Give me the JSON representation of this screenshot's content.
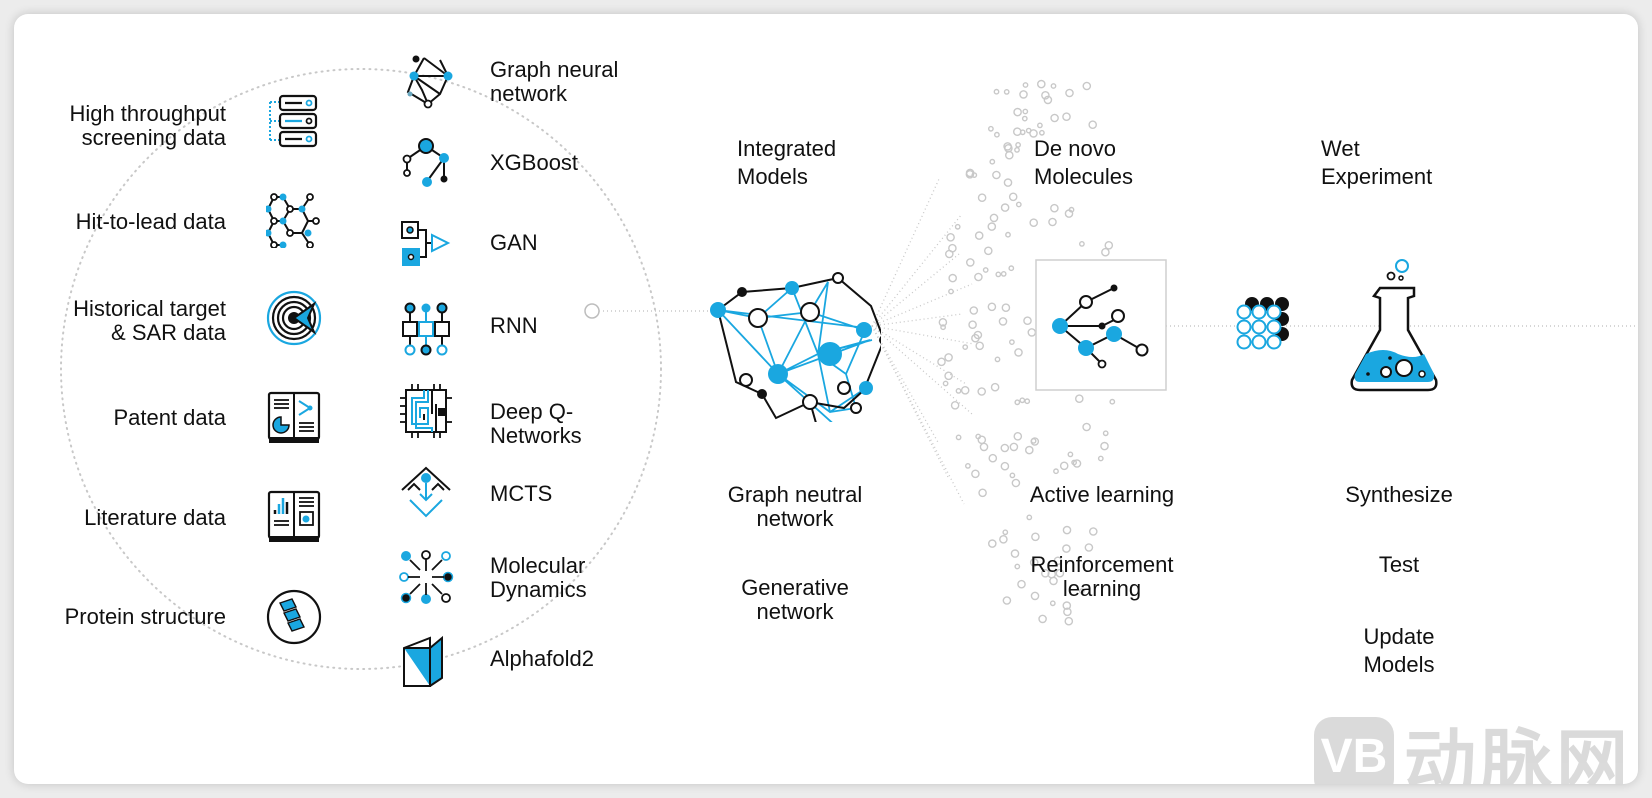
{
  "colors": {
    "accent": "#1aa7e0",
    "ink": "#111111",
    "dots": "#c8c8c8",
    "background": "#ffffff"
  },
  "data_sources": [
    {
      "label": "High throughput\nscreening data",
      "icon": "server-rack-icon"
    },
    {
      "label": "Hit-to-lead data",
      "icon": "molecule-hexagon-icon"
    },
    {
      "label": "Historical target\n& SAR data",
      "icon": "target-icon"
    },
    {
      "label": "Patent data",
      "icon": "open-book-pie-chart-icon"
    },
    {
      "label": "Literature data",
      "icon": "open-book-bar-chart-icon"
    },
    {
      "label": "Protein structure",
      "icon": "protein-helix-icon"
    }
  ],
  "models": [
    {
      "label": "Graph neural\nnetwork",
      "icon": "graph-network-icon"
    },
    {
      "label": "XGBoost",
      "icon": "decision-tree-icon"
    },
    {
      "label": "GAN",
      "icon": "gan-icon"
    },
    {
      "label": "RNN",
      "icon": "rnn-icon"
    },
    {
      "label": "Deep Q-\nNetworks",
      "icon": "maze-chip-icon"
    },
    {
      "label": "MCTS",
      "icon": "tree-search-icon"
    },
    {
      "label": "Molecular\nDynamics",
      "icon": "molecular-dynamics-icon"
    },
    {
      "label": "Alphafold2",
      "icon": "folded-protein-icon"
    }
  ],
  "integrated": {
    "title": "Integrated\nModels",
    "icon": "neural-brain-icon",
    "items": [
      "Graph neutral\nnetwork",
      "Generative\nnetwork"
    ]
  },
  "denovo": {
    "title": "De novo\nMolecules",
    "icon": "molecule-tree-icon",
    "items": [
      "Active learning",
      "Reinforcement\nlearning"
    ]
  },
  "wet": {
    "title": "Wet\nExperiment",
    "icon": "lab-flask-icon",
    "filter_icon": "molecule-grid-icon",
    "items": [
      "Synthesize",
      "Test",
      "Update\nModels"
    ]
  },
  "watermark": {
    "logo": "VB",
    "text": "动脉网"
  }
}
